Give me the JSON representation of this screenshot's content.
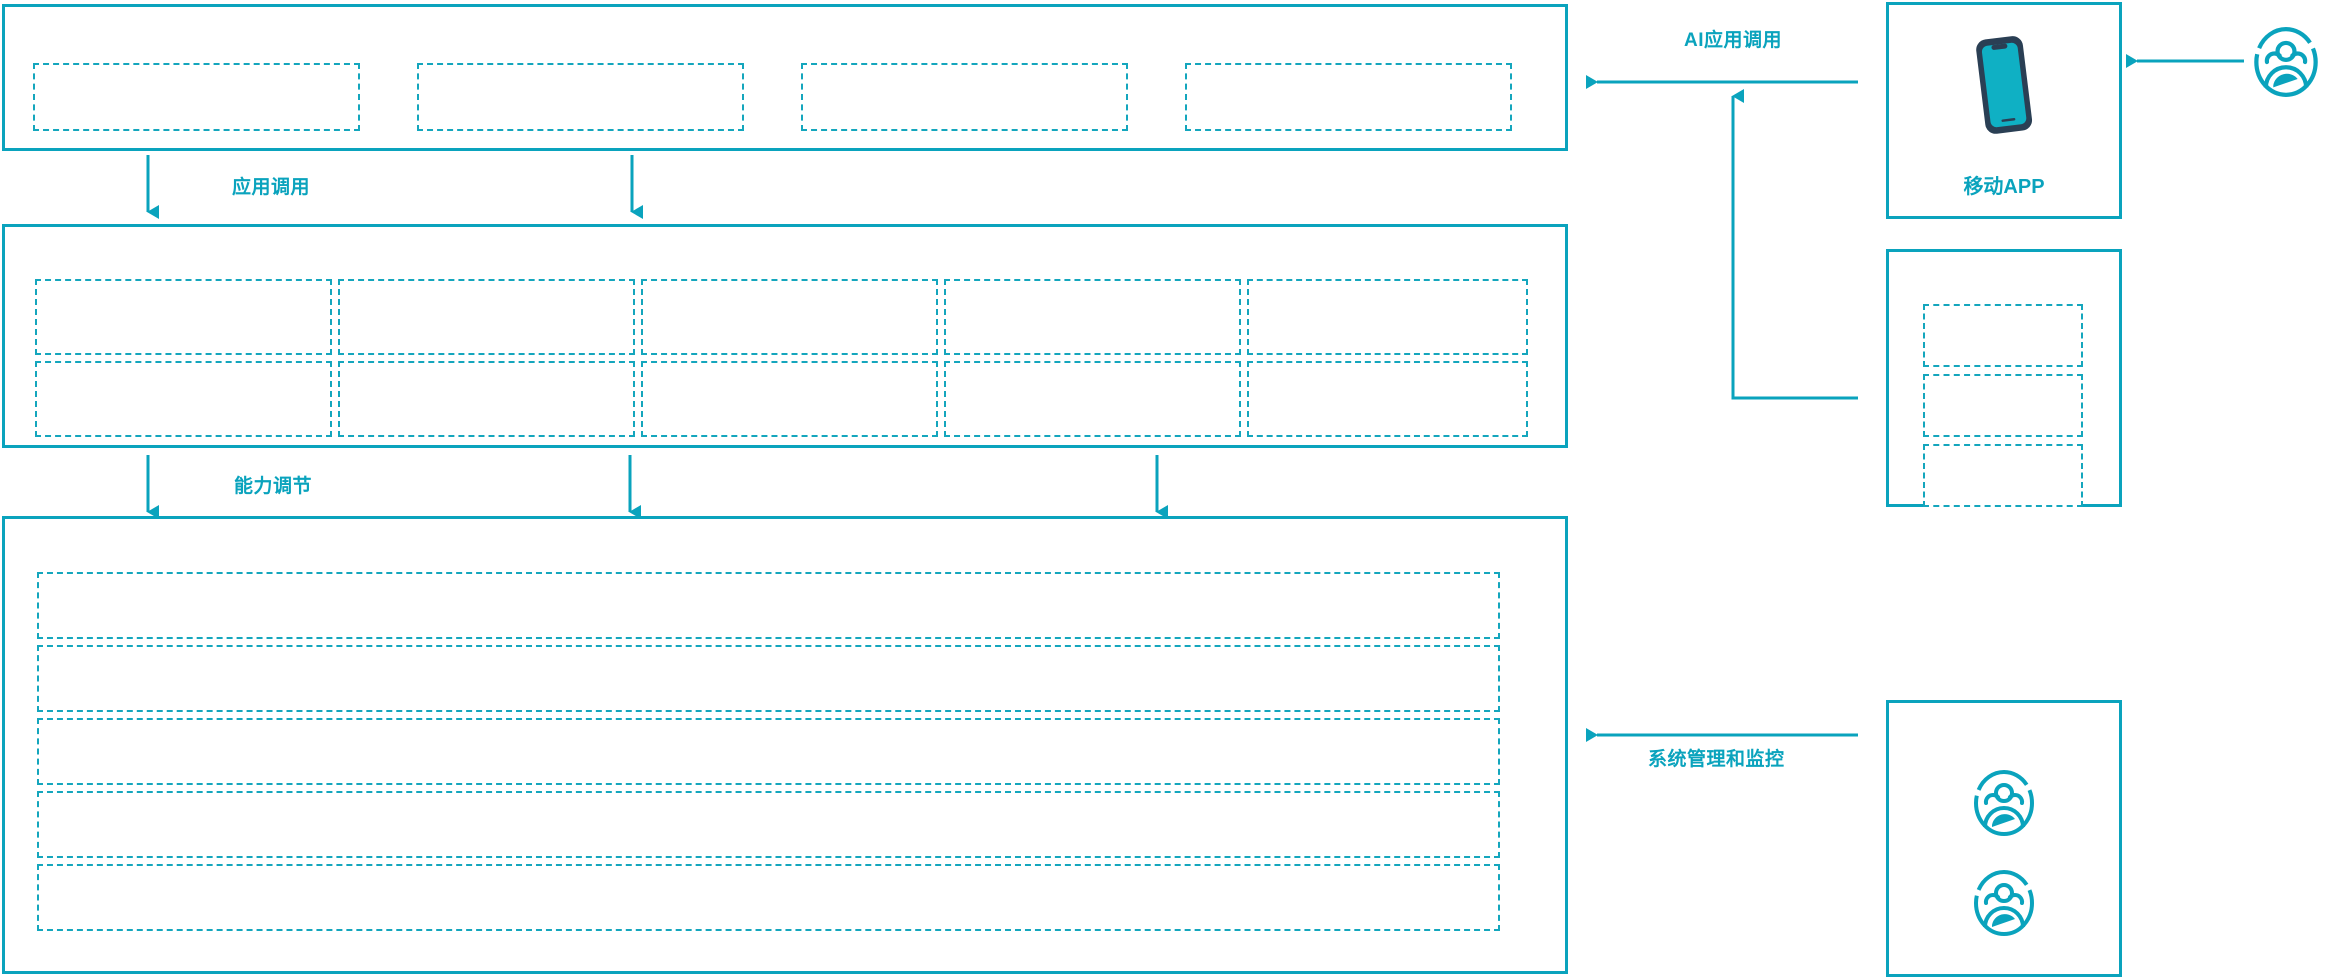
{
  "theme": {
    "accent": "#0aa3bd",
    "dash_accent": "#14a6bd",
    "phone_frame": "#2a3f54",
    "phone_screen": "#0fb0c4",
    "background": "#ffffff"
  },
  "flow_labels": {
    "application_invocation": "应用调用",
    "capability_adjustment": "能力调节",
    "ai_application_invocation": "AI应用调用",
    "system_management_monitoring": "系统管理和监控"
  },
  "layers": {
    "application_layer": {
      "name": "application-layer",
      "slots": [
        {
          "label": ""
        },
        {
          "label": ""
        },
        {
          "label": ""
        },
        {
          "label": ""
        }
      ]
    },
    "capability_layer": {
      "name": "capability-layer",
      "columns": 5,
      "rows": 2,
      "slots": [
        {
          "label": ""
        },
        {
          "label": ""
        },
        {
          "label": ""
        },
        {
          "label": ""
        },
        {
          "label": ""
        },
        {
          "label": ""
        },
        {
          "label": ""
        },
        {
          "label": ""
        },
        {
          "label": ""
        },
        {
          "label": ""
        }
      ]
    },
    "infrastructure_layer": {
      "name": "infrastructure-layer",
      "rows": 5,
      "slots": [
        {
          "label": ""
        },
        {
          "label": ""
        },
        {
          "label": ""
        },
        {
          "label": ""
        },
        {
          "label": ""
        }
      ]
    }
  },
  "side_panels": {
    "mobile_app": {
      "caption": "移动APP",
      "icon": "smartphone-icon"
    },
    "channel_panel": {
      "caption": "",
      "slots": [
        {
          "label": ""
        },
        {
          "label": ""
        },
        {
          "label": ""
        }
      ]
    },
    "operations_panel": {
      "caption": "",
      "icons": [
        "user-group-icon",
        "user-group-icon"
      ]
    }
  },
  "actors": {
    "end_user": {
      "icon": "user-group-icon",
      "label": ""
    }
  }
}
